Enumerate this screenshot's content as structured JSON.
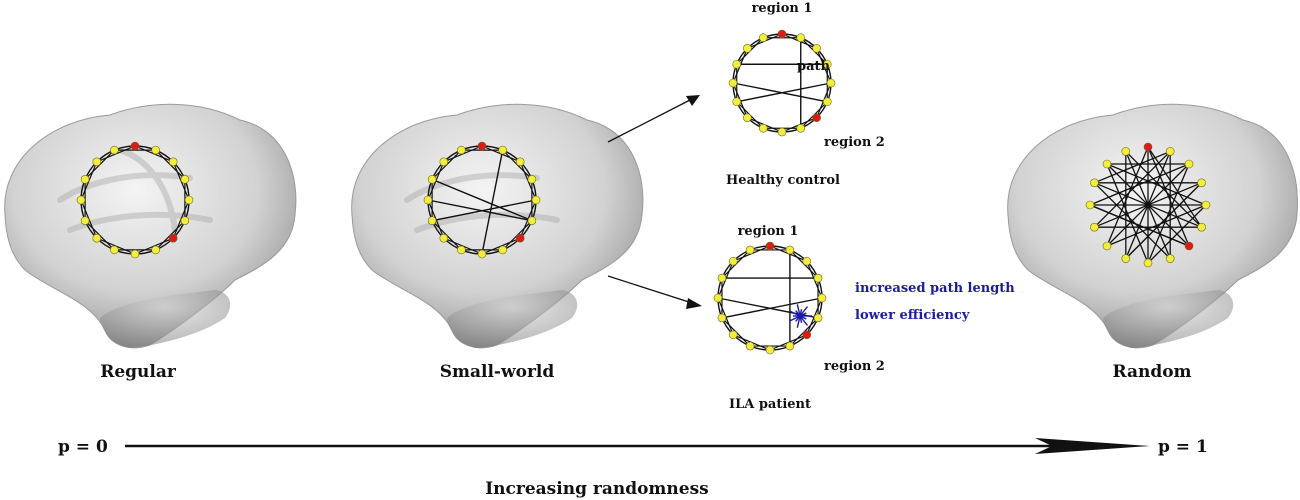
{
  "panels": {
    "regular": {
      "label": "Regular"
    },
    "small_world": {
      "label": "Small-world"
    },
    "random": {
      "label": "Random"
    }
  },
  "healthy": {
    "caption": "Healthy control",
    "region1": "region 1",
    "region2": "region 2",
    "path": "path"
  },
  "ila": {
    "caption": "ILA patient",
    "region1": "region 1",
    "region2": "region 2",
    "note1": "increased path length",
    "note2": "lower efficiency"
  },
  "axis": {
    "start": "p = 0",
    "end": "p = 1",
    "title": "Increasing randomness"
  },
  "colors": {
    "node": "#f2ee3a",
    "highlight_node": "#e01818",
    "edge": "#111111",
    "annotation": "#1a1aa8",
    "brain": "#d9d9d9"
  }
}
